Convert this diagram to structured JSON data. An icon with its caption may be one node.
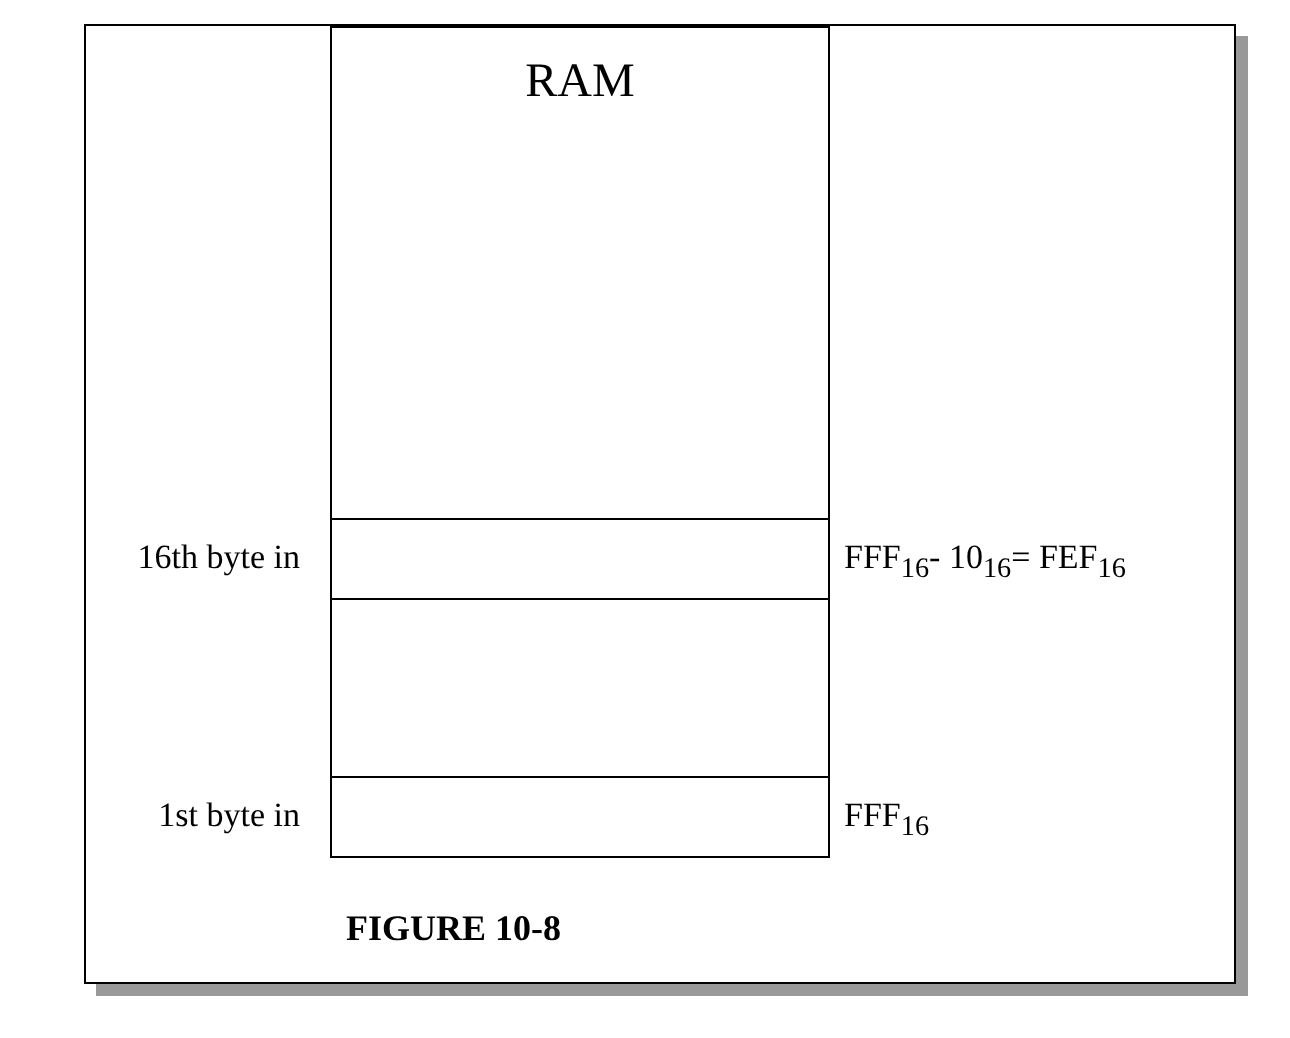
{
  "diagram": {
    "caption": "FIGURE 10-8",
    "nodes": [
      {
        "text": [
          "RAM"
        ]
      },
      {
        "text": [],
        "shape": "bar",
        "in": 0,
        "beside": [
          "16th byte in",
          "FFF$_{16}$- 10$_{16}$= FEF$_{16}$"
        ]
      },
      {
        "text": [],
        "shape": "bar",
        "in": 0,
        "beside": [
          "1st byte in",
          "FFF$_{16}$"
        ]
      }
    ]
  }
}
